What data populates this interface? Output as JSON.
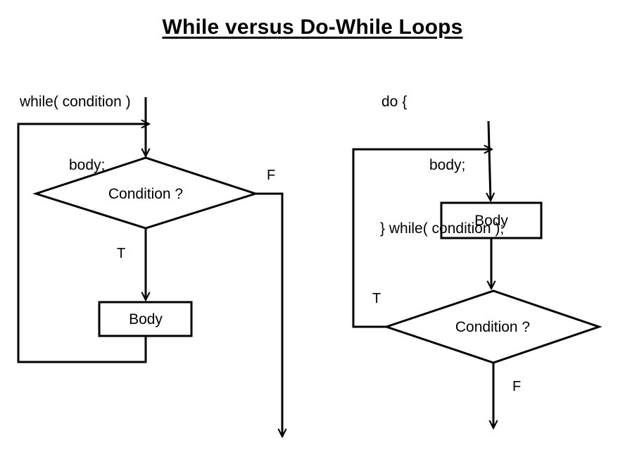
{
  "title": "While versus Do-While Loops",
  "while_code": {
    "line1": "while( condition )",
    "line2": "body;"
  },
  "do_while_code": {
    "line1": "do {",
    "line2": "body;",
    "line3": "} while( condition );"
  },
  "while_flow": {
    "decision": "Condition ?",
    "body": "Body",
    "true_label": "T",
    "false_label": "F"
  },
  "do_while_flow": {
    "body": "Body",
    "decision": "Condition ?",
    "true_label": "T",
    "false_label": "F"
  }
}
